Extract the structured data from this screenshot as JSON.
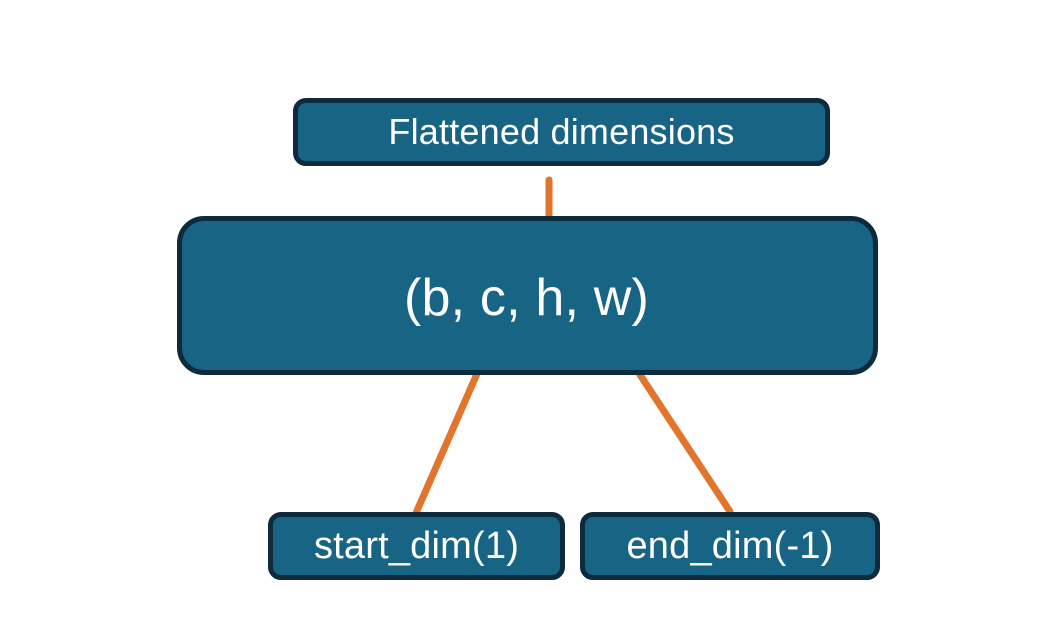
{
  "diagram": {
    "title": "Flatten dimensions diagram",
    "colors": {
      "box_fill": "#186484",
      "box_border": "#0e2b3d",
      "box_text": "#ffffff",
      "connector": "#E1752B",
      "background": "#ffffff"
    },
    "nodes": {
      "flattened": {
        "label": "Flattened dimensions"
      },
      "shape": {
        "label": "(b, c, h, w)"
      },
      "start_dim": {
        "label": "start_dim(1)"
      },
      "end_dim": {
        "label": "end_dim(-1)"
      }
    },
    "connectors": [
      {
        "name": "brace-over-chw",
        "kind": "curly-brace",
        "from": "shape",
        "to": "flattened",
        "spans": "c, h, w"
      },
      {
        "name": "arrow-start-dim",
        "kind": "arrow",
        "from": "start_dim",
        "to": "shape",
        "points_at": "c"
      },
      {
        "name": "arrow-end-dim",
        "kind": "arrow",
        "from": "end_dim",
        "to": "shape",
        "points_at": "w"
      }
    ]
  }
}
